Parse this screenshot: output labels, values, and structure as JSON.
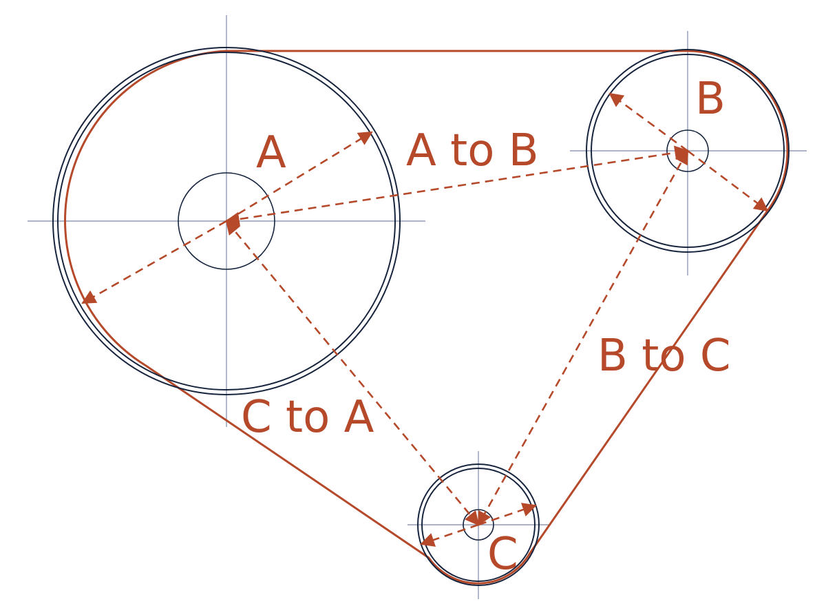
{
  "colors": {
    "belt": "#b5492a",
    "pulley": "#17243d",
    "centerline": "#7d88a8",
    "dimension": "#b5492a",
    "background": "#ffffff"
  },
  "labels": {
    "pulley_a": "A",
    "pulley_b": "B",
    "pulley_c": "C",
    "span_ab": "A to B",
    "span_bc": "B to C",
    "span_ca": "C to A"
  },
  "line_styles": {
    "dimension": "dashed-with-arrowheads",
    "centerline": "thin-crosshair",
    "belt": "solid"
  }
}
